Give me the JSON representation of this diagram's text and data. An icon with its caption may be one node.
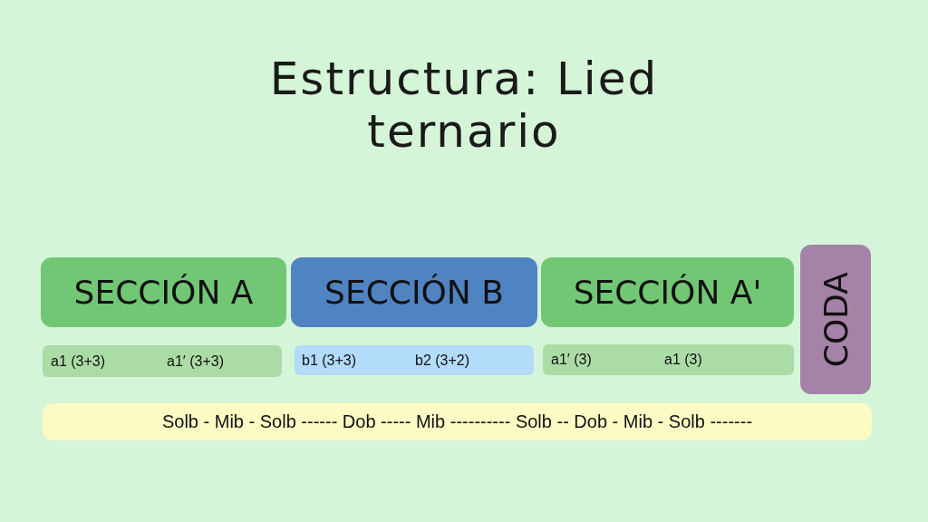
{
  "diagram": {
    "title": "Estructura: Lied ternario",
    "nodes": [
      {
        "text": [
          "SECCIÓN A"
        ]
      },
      {
        "text": [
          "SECCIÓN B"
        ]
      },
      {
        "text": [
          "SECCIÓN A'"
        ]
      },
      {
        "text": [
          "CODA"
        ]
      },
      {
        "text": [
          "a1 (3+3)",
          "a1′ (3+3)"
        ]
      },
      {
        "text": [
          "b1 (3+3)",
          "b2 (3+2)"
        ]
      },
      {
        "text": [
          "a1′ (3)",
          "a1 (3)"
        ]
      },
      {
        "text": [
          "Solb - Mib - Solb ------ Dob ----- Mib ---------- Solb -- Dob - Mib - Solb -------"
        ]
      }
    ],
    "edges": []
  }
}
